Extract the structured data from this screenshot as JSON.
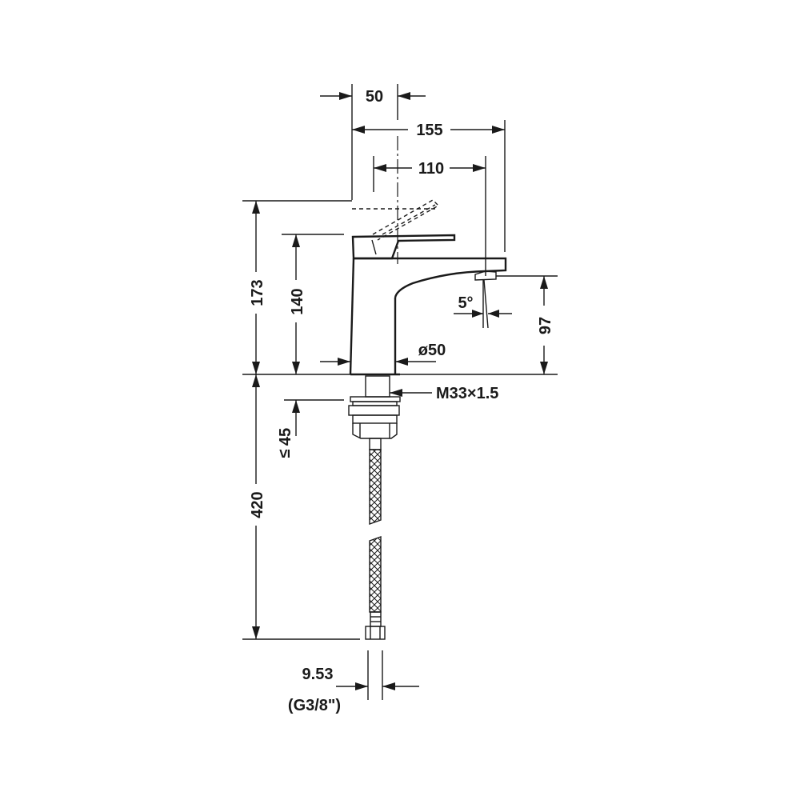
{
  "dimensions": {
    "spout_offset": "50",
    "total_depth": "155",
    "spout_projection": "110",
    "max_height": "173",
    "body_height": "140",
    "spout_height": "97",
    "body_diameter": "ø50",
    "thread": "M33×1.5",
    "max_thickness": "45",
    "max_thickness_symbol": "≤",
    "hose_length": "420",
    "spout_angle": "5°",
    "connection_size": "9.53",
    "connection_thread": "(G3/8\")"
  },
  "colors": {
    "line": "#1a1a1a",
    "background": "#ffffff"
  }
}
